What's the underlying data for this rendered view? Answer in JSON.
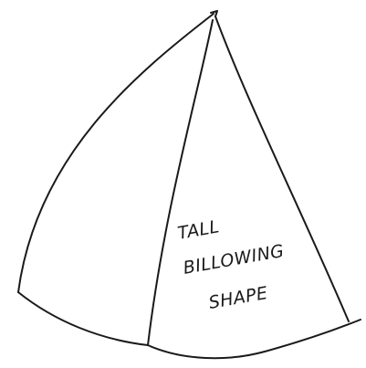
{
  "drawing": {
    "label_lines": [
      "TALL",
      "BILLOWING",
      "SHAPE"
    ]
  }
}
